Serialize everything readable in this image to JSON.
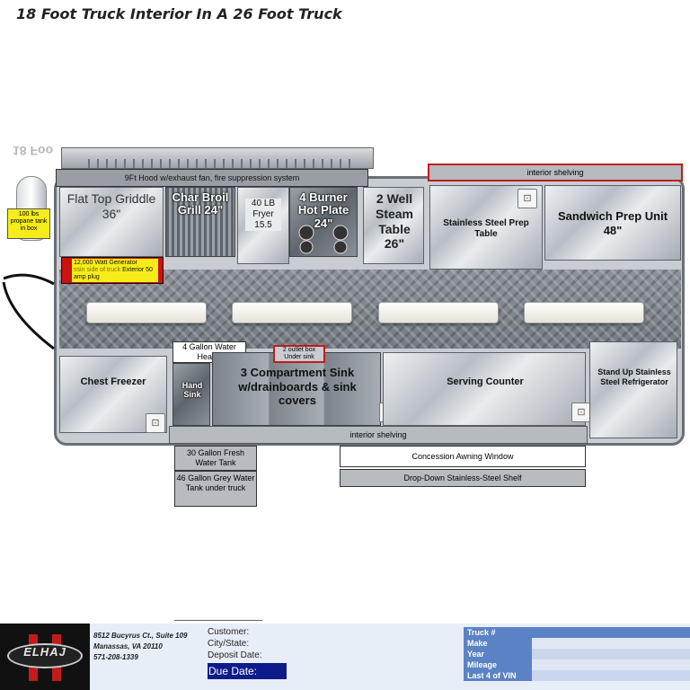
{
  "title": "18 Foot Truck Interior In A 26 Foot Truck",
  "ghost_text": "18 Foo",
  "hood": "9Ft Hood w/exhaust fan, fire suppression  system",
  "propane": "100 lbs propane tank in box",
  "generator": {
    "line1": "12,000 Watt Generator",
    "line2": "ssin side of truck",
    "line3": "Exterior 50 amp plug"
  },
  "equipment": {
    "griddle": "Flat Top Griddle 36\"",
    "grill": "Char Broil Grill 24\"",
    "fryer": "40 LB Fryer 15.5",
    "hot_plate": "4 Burner Hot Plate 24\"",
    "steam_table": "2 Well Steam Table 26\"",
    "prep_table": "Stainless Steel Prep Table",
    "sandwich_prep": "Sandwich Prep Unit 48\"",
    "chest_freezer": "Chest Freezer",
    "water_heater": "4 Gallon Water Heater",
    "hand_sink": "Hand Sink",
    "outlet_box": "2 outlet box Under sink",
    "compartment_sink": "3 Compartment Sink w/drainboards & sink covers",
    "serving_counter": "Serving Counter",
    "refrigerator": "Stand Up Stainless Steel Refrigerator"
  },
  "shelving_top": "interior shelving",
  "shelving_bottom": "interior shelving",
  "fresh_water": "30 Gallon Fresh Water Tank",
  "grey_water": "46 Gallon Grey Water Tank under truck",
  "awning": "Concession Awning Window",
  "dropdown_shelf": "Drop-Down Stainless-Steel Shelf",
  "footer": {
    "logo": "ELHAJ",
    "address1": "8512 Bucyrus  Ct., Suite 109",
    "address2": "Manassas, VA 20110",
    "phone": "571-208-1339",
    "customer": "Customer:",
    "city_state": "City/State:",
    "deposit_date": "Deposit Date:",
    "due_date": "Due Date:",
    "vin_fields": [
      "Truck #",
      "Make",
      "Year",
      "Mileage",
      "Last 4 of VIN"
    ]
  },
  "colors": {
    "accent_red": "#c21b1b",
    "label_yellow": "#f6ec1a",
    "due_blue": "#0d1c8a",
    "field_blue": "#5b82c4"
  }
}
